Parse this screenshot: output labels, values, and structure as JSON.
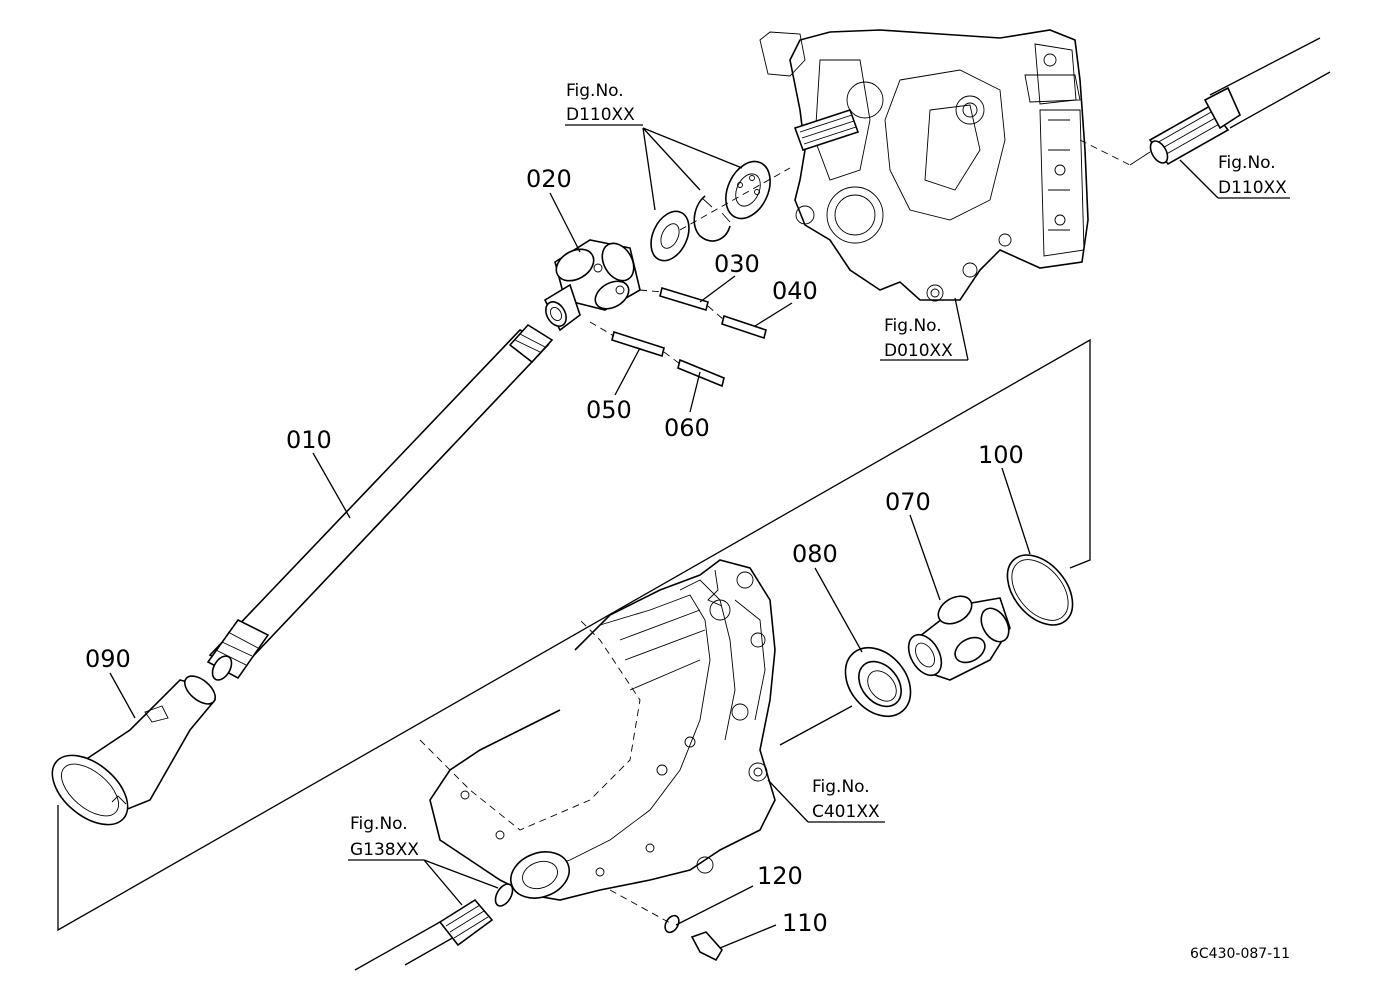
{
  "labels": {
    "p010": "010",
    "p020": "020",
    "p030": "030",
    "p040": "040",
    "p050": "050",
    "p060": "060",
    "p070": "070",
    "p080": "080",
    "p090": "090",
    "p100": "100",
    "p110": "110",
    "p120": "120"
  },
  "references": [
    {
      "prefix": "Fig.No.",
      "code": "D110XX"
    },
    {
      "prefix": "Fig.No.",
      "code": "D110XX"
    },
    {
      "prefix": "Fig.No.",
      "code": "D010XX"
    },
    {
      "prefix": "Fig.No.",
      "code": "C401XX"
    },
    {
      "prefix": "Fig.No.",
      "code": "G138XX"
    }
  ],
  "drawing_number": "6C430-087-11"
}
